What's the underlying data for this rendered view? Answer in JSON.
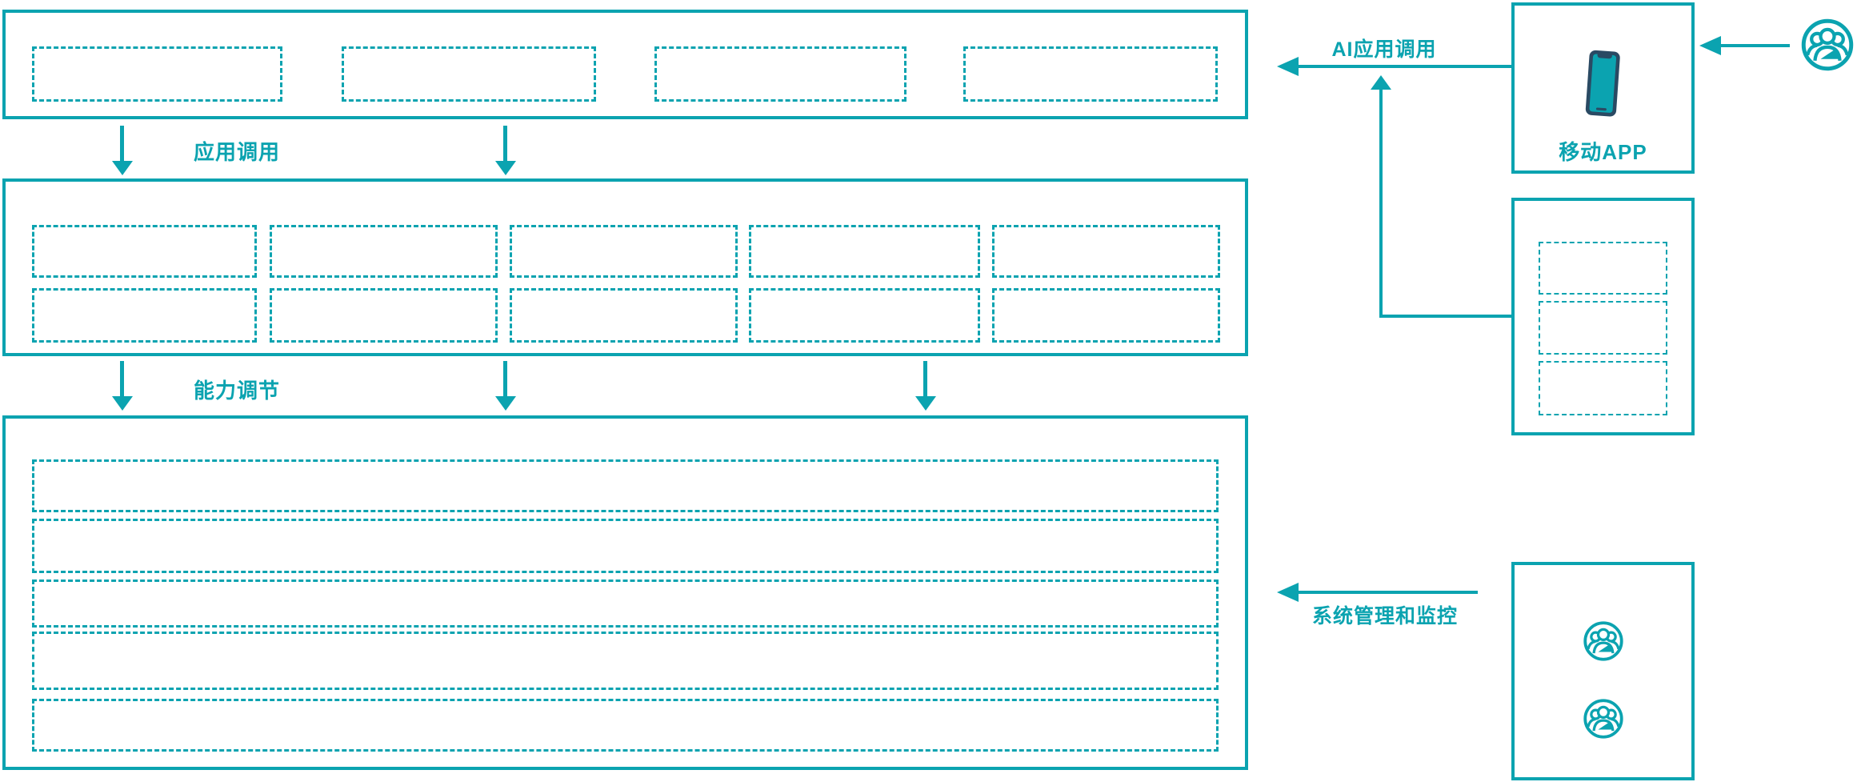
{
  "meta": {
    "type": "architecture-diagram"
  },
  "colors": {
    "accent": "#0ba3b0",
    "phone_body": "#2a4a63",
    "background": "#ffffff"
  },
  "labels": {
    "app_call": "应用调用",
    "capability_adjust": "能力调节",
    "ai_app_call": "AI应用调用",
    "system_monitor": "系统管理和监控",
    "mobile_app": "移动APP"
  },
  "icons": [
    "user-group-icon",
    "mobile-phone-icon",
    "arrow-down-icon",
    "arrow-left-icon",
    "arrow-up-icon"
  ],
  "structure": {
    "top_band_placeholders": 4,
    "middle_band_rows": 2,
    "middle_band_cols": 5,
    "bottom_band_rows": 5,
    "right_panel_placeholders": 3,
    "admin_user_icons": 2
  }
}
